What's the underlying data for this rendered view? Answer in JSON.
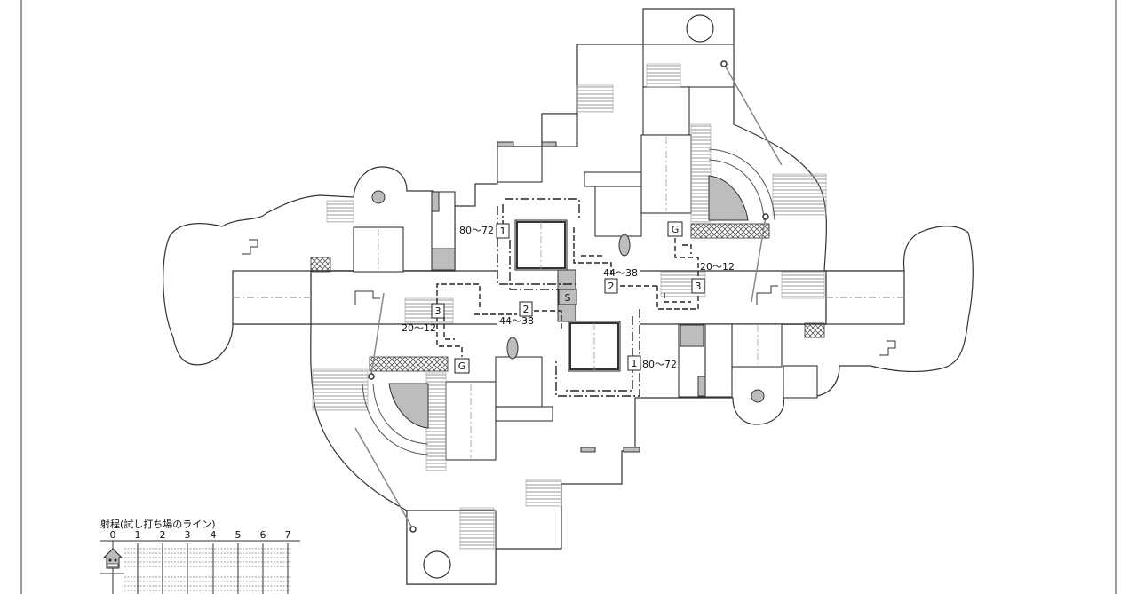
{
  "map": {
    "ranges": [
      {
        "id": "r1",
        "text": "80～72"
      },
      {
        "id": "r2",
        "text": "44～38"
      },
      {
        "id": "r3",
        "text": "20～12"
      },
      {
        "id": "r4",
        "text": "44～38"
      },
      {
        "id": "r5",
        "text": "20～12"
      },
      {
        "id": "r6",
        "text": "80～72"
      }
    ],
    "markers": [
      {
        "id": "m1a",
        "text": "1"
      },
      {
        "id": "m2a",
        "text": "2"
      },
      {
        "id": "m3a",
        "text": "3"
      },
      {
        "id": "mga",
        "text": "G"
      },
      {
        "id": "ms",
        "text": "S"
      },
      {
        "id": "m2b",
        "text": "2"
      },
      {
        "id": "m3b",
        "text": "3"
      },
      {
        "id": "mgb",
        "text": "G"
      },
      {
        "id": "m1b",
        "text": "1"
      }
    ]
  },
  "scale": {
    "title": "射程(試し打ち場のライン)",
    "ticks": [
      "0",
      "1",
      "2",
      "3",
      "4",
      "5",
      "6",
      "7"
    ],
    "icon": "squid-kid-icon"
  },
  "colors": {
    "line": "#333333",
    "fill_gray": "#bdbdbd",
    "hatch": "#555555",
    "water": "#ffffff"
  }
}
